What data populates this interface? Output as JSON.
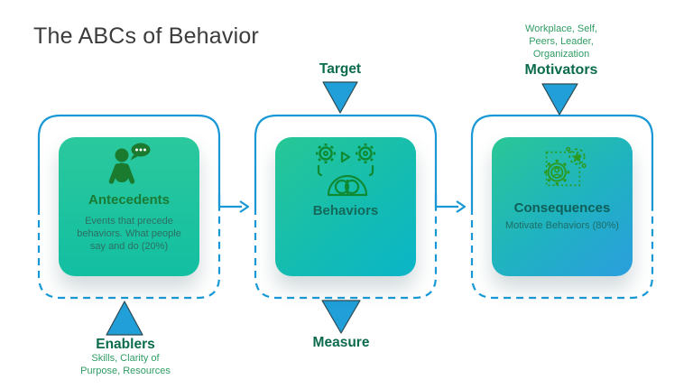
{
  "title": "The ABCs of Behavior",
  "colors": {
    "accent_blue": "#1899d6",
    "triangle_fill": "#209fd8",
    "dark_green_label": "#0b6b4d",
    "green_small_text": "#2f9c63",
    "card_green": "#2bc89d",
    "card_cyan": "#0bb5c8",
    "card_blue": "#2b9ede"
  },
  "annotations": {
    "target": {
      "label": "Target"
    },
    "motivators": {
      "label": "Motivators",
      "context_lines": [
        "Workplace, Self,",
        "Peers, Leader,",
        "Organization"
      ]
    },
    "enablers": {
      "label": "Enablers",
      "context_lines": [
        "Skills, Clarity of",
        "Purpose, Resources"
      ]
    },
    "measure": {
      "label": "Measure"
    }
  },
  "boxes": [
    {
      "name": "antecedents",
      "title": "Antecedents",
      "description": "Events that precede behaviors. What people say and do (20%)",
      "icon": "person-speech-icon"
    },
    {
      "name": "behaviors",
      "title": "Behaviors",
      "description": "",
      "icon": "gears-brain-dome-icon"
    },
    {
      "name": "consequences",
      "title": "Consequences",
      "description": "Motivate Behaviors (80%)",
      "icon": "gear-achievement-star-icon"
    }
  ]
}
